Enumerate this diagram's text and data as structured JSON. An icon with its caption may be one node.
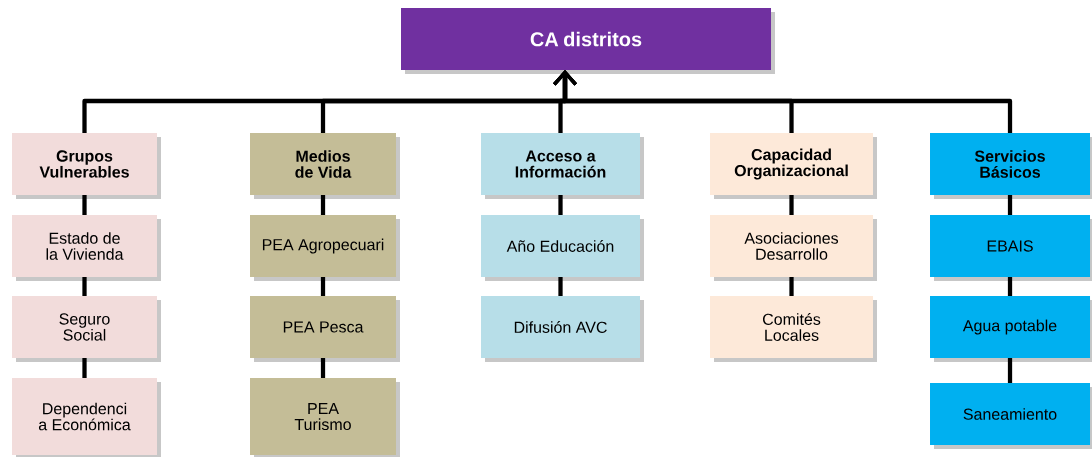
{
  "diagram": {
    "nodes": [
      {
        "text": [
          "CA distritos"
        ]
      },
      {
        "text": [
          "Grupos Vulnerables"
        ]
      },
      {
        "text": [
          "Estado de la Vivienda"
        ]
      },
      {
        "text": [
          "Seguro Social"
        ]
      },
      {
        "text": [
          "Dependenci a Económica"
        ]
      },
      {
        "text": [
          "Medios de Vida"
        ]
      },
      {
        "text": [
          "PEA Agropecuari"
        ]
      },
      {
        "text": [
          "PEA Pesca"
        ]
      },
      {
        "text": [
          "PEA Turismo"
        ]
      },
      {
        "text": [
          "Acceso a Información"
        ]
      },
      {
        "text": [
          "Año Educación"
        ]
      },
      {
        "text": [
          "Difusión AVC"
        ]
      },
      {
        "text": [
          "Capacidad Organizacional"
        ]
      },
      {
        "text": [
          "Asociaciones Desarrollo"
        ]
      },
      {
        "text": [
          "Comités Locales"
        ]
      },
      {
        "text": [
          "Servicios Básicos"
        ]
      },
      {
        "text": [
          "EBAIS"
        ]
      },
      {
        "text": [
          "Agua potable"
        ]
      },
      {
        "text": [
          "Saneamiento"
        ]
      }
    ],
    "edges": [
      {
        "from": 1,
        "to": 0,
        "arrow": "to"
      },
      {
        "from": 5,
        "to": 0,
        "arrow": "to"
      },
      {
        "from": 9,
        "to": 0,
        "arrow": "to"
      },
      {
        "from": 12,
        "to": 0,
        "arrow": "to"
      },
      {
        "from": 15,
        "to": 0,
        "arrow": "to"
      },
      {
        "from": 1,
        "to": 2,
        "arrow": "none"
      },
      {
        "from": 2,
        "to": 3,
        "arrow": "none"
      },
      {
        "from": 3,
        "to": 4,
        "arrow": "none"
      },
      {
        "from": 5,
        "to": 6,
        "arrow": "none"
      },
      {
        "from": 6,
        "to": 7,
        "arrow": "none"
      },
      {
        "from": 7,
        "to": 8,
        "arrow": "none"
      },
      {
        "from": 9,
        "to": 10,
        "arrow": "none"
      },
      {
        "from": 10,
        "to": 11,
        "arrow": "none"
      },
      {
        "from": 12,
        "to": 13,
        "arrow": "none"
      },
      {
        "from": 13,
        "to": 14,
        "arrow": "none"
      },
      {
        "from": 15,
        "to": 16,
        "arrow": "none"
      },
      {
        "from": 16,
        "to": 17,
        "arrow": "none"
      },
      {
        "from": 17,
        "to": 18,
        "arrow": "none"
      }
    ]
  }
}
